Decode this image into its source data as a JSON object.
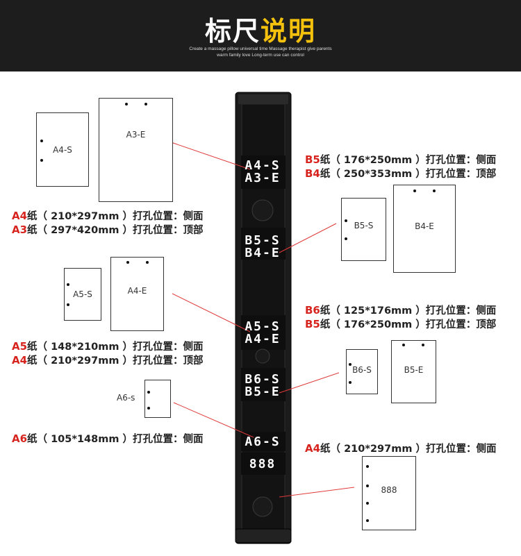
{
  "header": {
    "title_main": "标尺",
    "title_highlight": "说明",
    "subtitle_line1": "Create a massage pillow universal time Massage therapist give parents",
    "subtitle_line2": "warm family love Long-term use can control"
  },
  "ruler": {
    "labels": [
      [
        "A4-S",
        "A3-E"
      ],
      [
        "B5-S",
        "B4-E"
      ],
      [
        "A5-S",
        "A4-E"
      ],
      [
        "B6-S",
        "B5-E"
      ],
      [
        "A6-S"
      ],
      [
        "888"
      ]
    ]
  },
  "papers": {
    "a4s": "A4-S",
    "a3e": "A3-E",
    "b5s": "B5-S",
    "b4e": "B4-E",
    "a5s": "A5-S",
    "a4e": "A4-E",
    "b6s": "B6-S",
    "b5e": "B5-E",
    "a6s": "A6-s",
    "p888": "888"
  },
  "descriptions": {
    "a4_a3": [
      {
        "code": "A4",
        "text": "纸（ 210*297mm ）打孔位置：侧面"
      },
      {
        "code": "A3",
        "text": "纸（ 297*420mm ）打孔位置：顶部"
      }
    ],
    "b5_b4": [
      {
        "code": "B5",
        "text": "纸（ 176*250mm ）打孔位置：侧面"
      },
      {
        "code": "B4",
        "text": "纸（ 250*353mm ）打孔位置：顶部"
      }
    ],
    "a5_a4": [
      {
        "code": "A5",
        "text": "纸（ 148*210mm ）打孔位置：侧面"
      },
      {
        "code": "A4",
        "text": "纸（ 210*297mm ）打孔位置：顶部"
      }
    ],
    "b6_b5": [
      {
        "code": "B6",
        "text": "纸（ 125*176mm ）打孔位置：侧面"
      },
      {
        "code": "B5",
        "text": "纸（ 176*250mm ）打孔位置：顶部"
      }
    ],
    "a6": [
      {
        "code": "A6",
        "text": "纸（ 105*148mm ）打孔位置：侧面"
      }
    ],
    "a4_888": [
      {
        "code": "A4",
        "text": "纸（ 210*297mm ）打孔位置：侧面"
      }
    ]
  },
  "colors": {
    "header_bg": "#1d1d1d",
    "highlight": "#f4c20d",
    "code_red": "#d7241e",
    "pointer_line": "#e03a3a",
    "ruler": "#1a1a1a"
  }
}
